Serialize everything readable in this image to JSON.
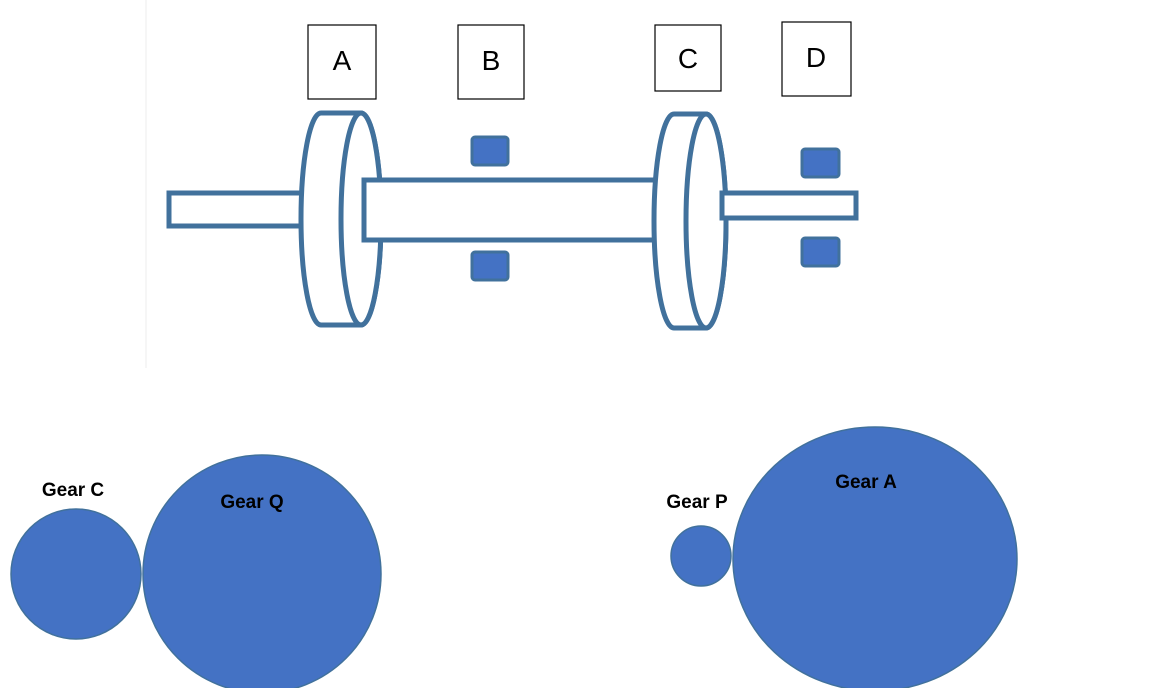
{
  "shaft_labels": [
    "A",
    "B",
    "C",
    "D"
  ],
  "gears": {
    "c": "Gear C",
    "q": "Gear Q",
    "p": "Gear P",
    "a": "Gear A"
  },
  "colors": {
    "outline": "#41719c",
    "fill": "#4472c4",
    "block_fill": "#5b8fd5",
    "label_box": "#000000"
  }
}
